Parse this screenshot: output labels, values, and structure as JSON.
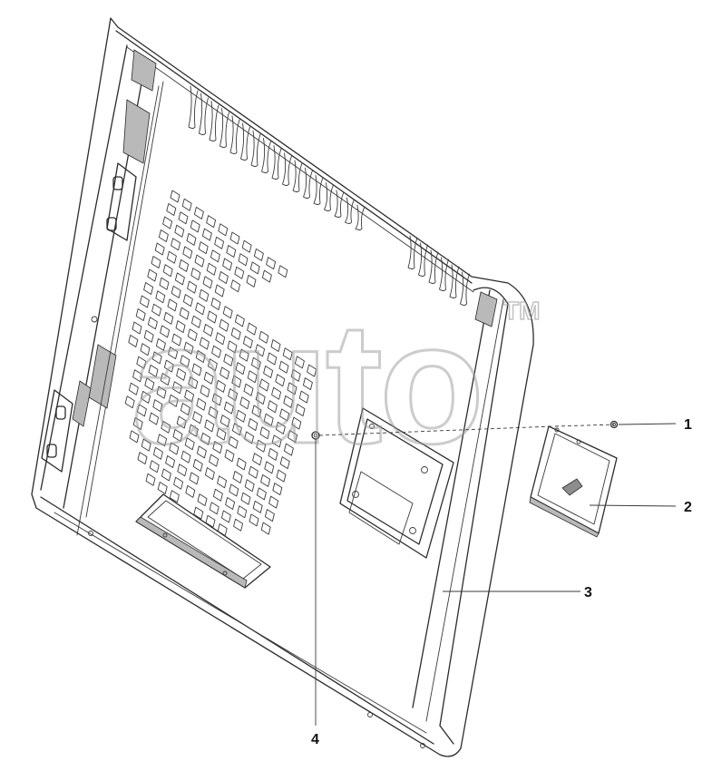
{
  "diagram": {
    "callouts": [
      {
        "id": "1",
        "label": "1"
      },
      {
        "id": "2",
        "label": "2"
      },
      {
        "id": "3",
        "label": "3"
      },
      {
        "id": "4",
        "label": "4"
      }
    ]
  },
  "watermark": {
    "text": "auto",
    "trademark": "TM"
  },
  "colors": {
    "line": "#2b2b2b",
    "shade": "#b9b9b9",
    "watermark": "#9a9a9a"
  }
}
